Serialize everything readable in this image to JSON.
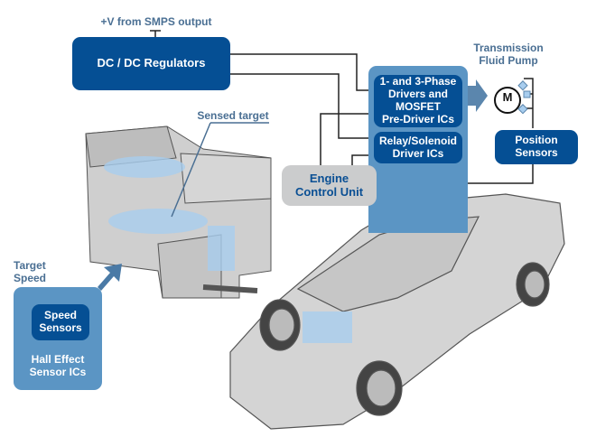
{
  "diagram": {
    "labels": {
      "supply": "+V from SMPS output",
      "pump": "Transmission\nFluid Pump",
      "sensed_target": "Sensed target",
      "target_speed": "Target\nSpeed"
    },
    "blocks": {
      "dcdc": "DC / DC Regulators",
      "drivers": "1- and 3-Phase\nDrivers and\nMOSFET\nPre-Driver ICs",
      "relay": "Relay/Solenoid\nDriver ICs",
      "ecu": "Engine\nControl Unit",
      "position": "Position\nSensors",
      "speed": "Speed\nSensors",
      "hall": "Hall Effect\nSensor ICs",
      "motor": "M"
    },
    "colors": {
      "dark_blue": "#054f94",
      "mid_blue": "#5b95c4",
      "label_blue": "#4a6f93",
      "ecu_gray": "#cbcccd"
    }
  }
}
